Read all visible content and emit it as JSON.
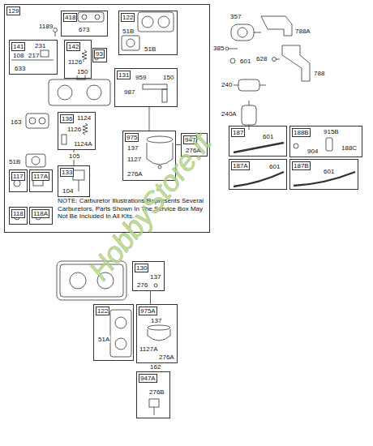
{
  "diagram": {
    "nodes": [
      {
        "text": [
          "129"
        ]
      },
      {
        "text": [
          "418",
          "673"
        ],
        "in": 0
      },
      {
        "text": [
          "122",
          "51B",
          "51B"
        ],
        "in": 0
      },
      {
        "text": [
          "141",
          "231",
          "217",
          "108",
          "633"
        ],
        "in": 0
      },
      {
        "text": [
          "142",
          "1126",
          "150"
        ],
        "in": 0
      },
      {
        "text": [
          "93"
        ],
        "in": 0
      },
      {
        "text": [
          "131",
          "959",
          "150",
          "987"
        ],
        "in": 0
      },
      {
        "text": [
          "136",
          "1124",
          "1126",
          "1124A"
        ],
        "in": 0
      },
      {
        "text": [
          "133",
          "104"
        ],
        "in": 0
      },
      {
        "text": [
          "975",
          "137",
          "1127",
          "276A"
        ],
        "in": 0
      },
      {
        "text": [
          "947",
          "276A"
        ],
        "in": 0
      },
      {
        "text": [
          "117"
        ],
        "in": 0
      },
      {
        "text": [
          "117A"
        ],
        "in": 0
      },
      {
        "text": [
          "118"
        ],
        "in": 0
      },
      {
        "text": [
          "118A"
        ],
        "in": 0
      },
      {
        "text": [
          "187",
          "601"
        ]
      },
      {
        "text": [
          "188B",
          "915B",
          "904",
          "188C"
        ]
      },
      {
        "text": [
          "187A",
          "601"
        ]
      },
      {
        "text": [
          "187B",
          "601"
        ]
      },
      {
        "text": [
          "130",
          "137",
          "276"
        ]
      },
      {
        "text": [
          "122",
          "51A"
        ]
      },
      {
        "text": [
          "975A",
          "137",
          "1127A",
          "276A"
        ]
      },
      {
        "text": [
          "947A",
          "276B"
        ]
      }
    ],
    "edges": [
      {
        "from": 6,
        "to": 9,
        "arrow": "none"
      },
      {
        "from": 9,
        "to": 10,
        "arrow": "none"
      },
      {
        "from": 7,
        "to": 8,
        "arrow": "none"
      },
      {
        "from": 19,
        "to": 21,
        "arrow": "none"
      },
      {
        "from": 21,
        "to": 22,
        "arrow": "none"
      }
    ],
    "labels": [
      "1189",
      "163",
      "51B",
      "105",
      "NOTE: Carburetor Illustrations Represents Several Carburetors, Parts Shown In The Service Box May Not Be Included In All Kits.",
      "357",
      "385",
      "601",
      "788A",
      "628",
      "788",
      "240",
      "240A",
      "162",
      "HobbyStore.it"
    ]
  }
}
